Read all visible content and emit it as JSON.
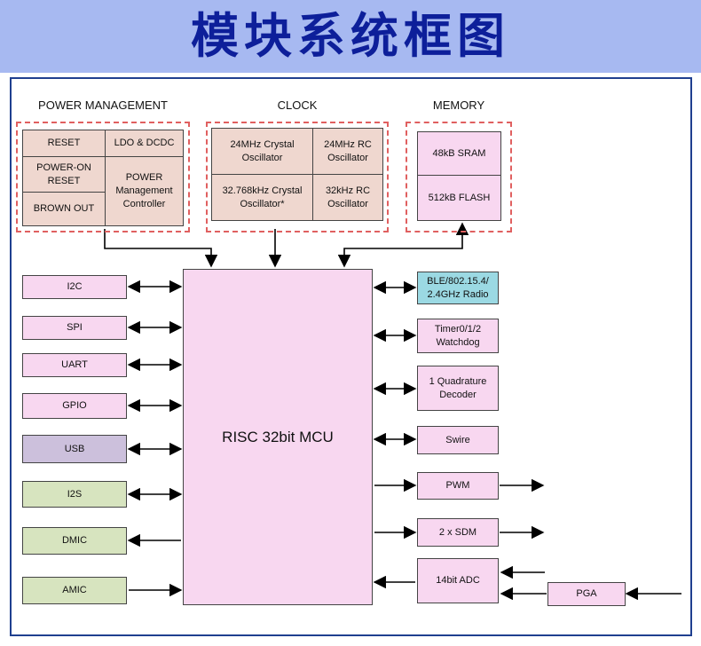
{
  "title": "模块系统框图",
  "groups": {
    "power": {
      "header": "POWER MANAGEMENT",
      "blocks": [
        "RESET",
        "LDO & DCDC",
        "POWER-ON RESET",
        "POWER Management Controller",
        "BROWN OUT"
      ]
    },
    "clock": {
      "header": "CLOCK",
      "blocks": [
        "24MHz Crystal Oscillator",
        "24MHz RC Oscillator",
        "32.768kHz Crystal Oscillator*",
        "32kHz RC Oscillator"
      ]
    },
    "memory": {
      "header": "MEMORY",
      "blocks": [
        "48kB SRAM",
        "512kB FLASH"
      ]
    }
  },
  "mcu": "RISC 32bit MCU",
  "left_peripherals": [
    "I2C",
    "SPI",
    "UART",
    "GPIO",
    "USB",
    "I2S",
    "DMIC",
    "AMIC"
  ],
  "right_peripherals": [
    "BLE/802.15.4/ 2.4GHz Radio",
    "Timer0/1/2 Watchdog",
    "1 Quadrature Decoder",
    "Swire",
    "PWM",
    "2 x SDM",
    "14bit ADC"
  ],
  "pga": "PGA",
  "colors": {
    "title_bg": "#a7b9f1",
    "title_text": "#0d1f9a",
    "frame": "#1f3f8f",
    "dashed_border": "#e06060",
    "pink": "#f8d7f0",
    "tan": "#efd7cf",
    "lavender": "#ccc0dc",
    "green": "#d7e4bf",
    "cyan": "#9bd9e3"
  }
}
